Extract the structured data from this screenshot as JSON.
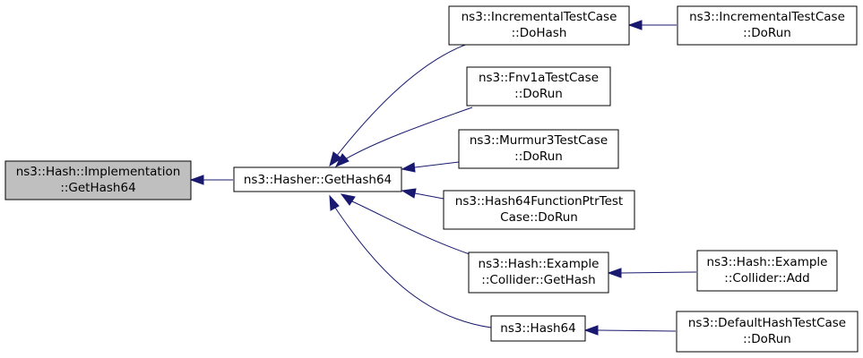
{
  "colors": {
    "edge": "#191970",
    "focus_node_fill": "#bfbfbf",
    "node_fill": "#ffffff",
    "node_border": "#000000"
  },
  "nodes": [
    {
      "id": "impl_gethash64",
      "lines": [
        "ns3::Hash::Implementation",
        "::GetHash64"
      ],
      "focus": true
    },
    {
      "id": "hasher_gethash64",
      "lines": [
        "ns3::Hasher::GetHash64"
      ]
    },
    {
      "id": "incr_dohash",
      "lines": [
        "ns3::IncrementalTestCase",
        "::DoHash"
      ]
    },
    {
      "id": "incr_dorun",
      "lines": [
        "ns3::IncrementalTestCase",
        "::DoRun"
      ]
    },
    {
      "id": "fnv_dorun",
      "lines": [
        "ns3::Fnv1aTestCase",
        "::DoRun"
      ]
    },
    {
      "id": "murmur_dorun",
      "lines": [
        "ns3::Murmur3TestCase",
        "::DoRun"
      ]
    },
    {
      "id": "fptr_dorun",
      "lines": [
        "ns3::Hash64FunctionPtrTest",
        "Case::DoRun"
      ]
    },
    {
      "id": "collider_gethash",
      "lines": [
        "ns3::Hash::Example",
        "::Collider::GetHash"
      ]
    },
    {
      "id": "collider_add",
      "lines": [
        "ns3::Hash::Example",
        "::Collider::Add"
      ]
    },
    {
      "id": "hash64",
      "lines": [
        "ns3::Hash64"
      ]
    },
    {
      "id": "default_dorun",
      "lines": [
        "ns3::DefaultHashTestCase",
        "::DoRun"
      ]
    }
  ],
  "edges": [
    {
      "from": "hasher_gethash64",
      "to": "impl_gethash64"
    },
    {
      "from": "incr_dohash",
      "to": "hasher_gethash64"
    },
    {
      "from": "fnv_dorun",
      "to": "hasher_gethash64"
    },
    {
      "from": "murmur_dorun",
      "to": "hasher_gethash64"
    },
    {
      "from": "fptr_dorun",
      "to": "hasher_gethash64"
    },
    {
      "from": "collider_gethash",
      "to": "hasher_gethash64"
    },
    {
      "from": "hash64",
      "to": "hasher_gethash64"
    },
    {
      "from": "incr_dorun",
      "to": "incr_dohash"
    },
    {
      "from": "collider_add",
      "to": "collider_gethash"
    },
    {
      "from": "default_dorun",
      "to": "hash64"
    }
  ]
}
